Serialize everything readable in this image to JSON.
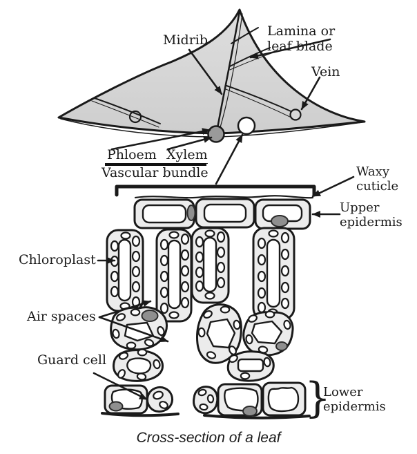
{
  "leaf_top_view": {
    "midrib_label": "Midrib",
    "lamina_label": "Lamina or\nleaf blade",
    "vein_label": "Vein",
    "phloem_label": "Phloem",
    "xylem_label": "Xylem",
    "vascular_bundle_label": "Vascular bundle"
  },
  "cross_section": {
    "waxy_cuticle_label": "Waxy\ncuticle",
    "upper_epidermis_label": "Upper\nepidermis",
    "chloroplast_label": "Chloroplast",
    "air_spaces_label": "Air spaces",
    "guard_cell_label": "Guard cell",
    "lower_epidermis_label": "Lower\nepidermis",
    "lower_epidermis_brace": "}"
  },
  "caption": "Cross-section of a leaf",
  "colors": {
    "ink": "#1a1a1a",
    "leaf_fill": "#d6d6d6",
    "cell_fill": "#ececec",
    "organelle_gray": "#8f8f8f"
  }
}
